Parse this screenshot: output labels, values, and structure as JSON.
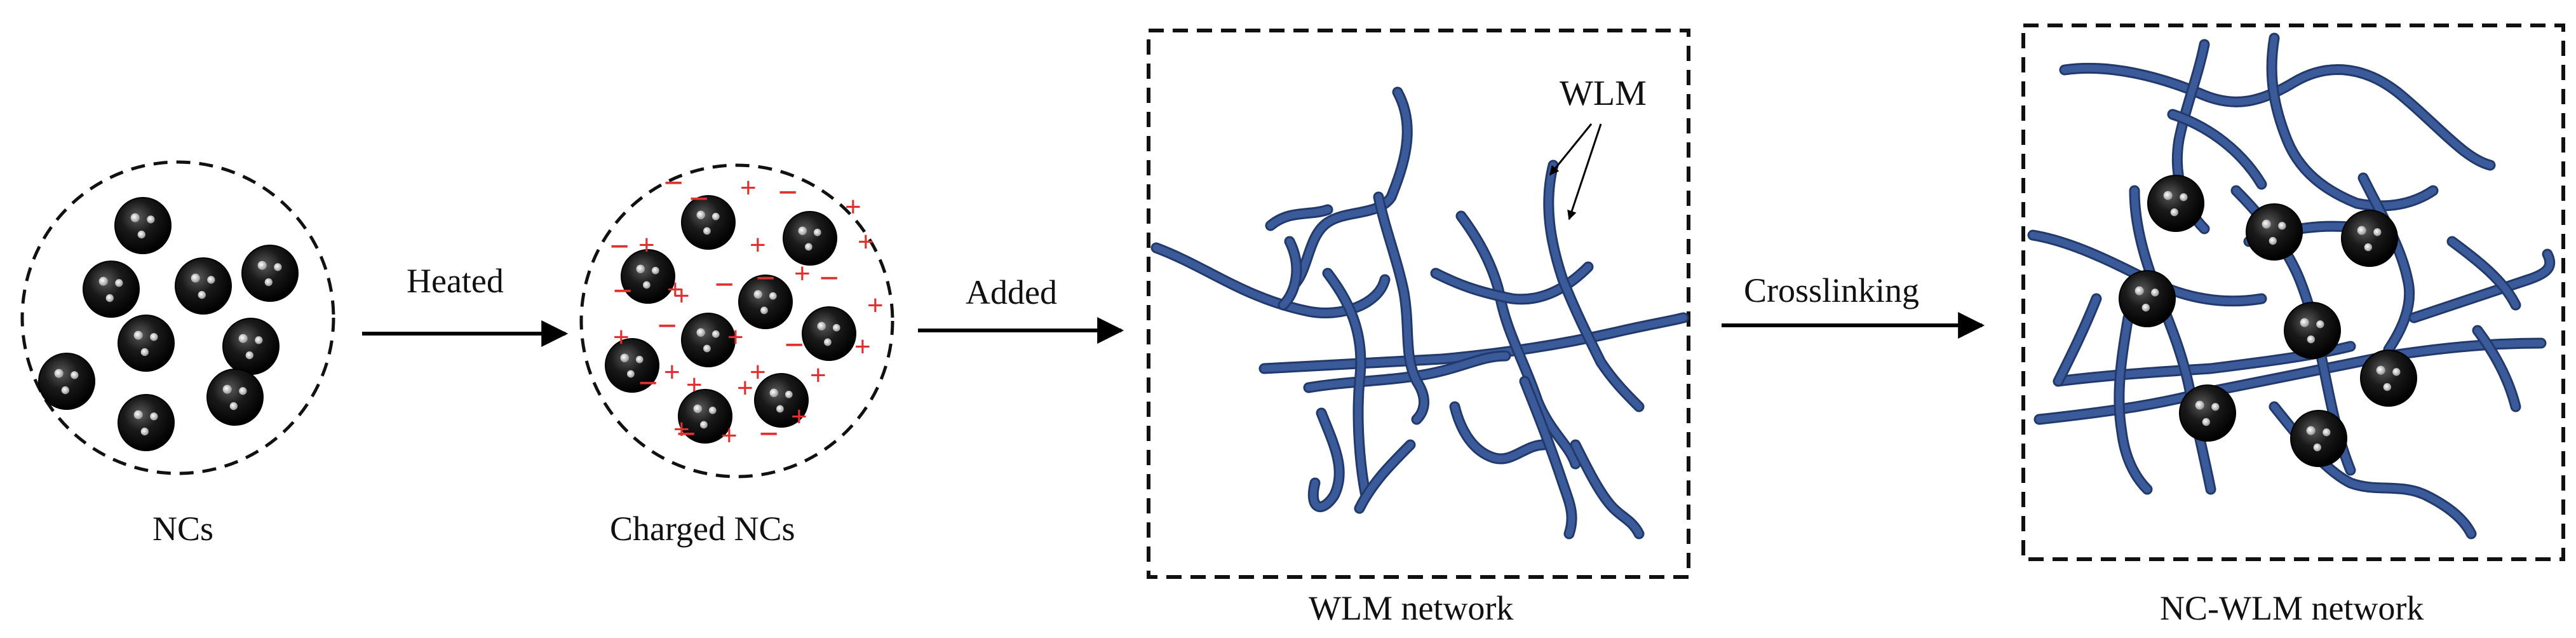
{
  "labels": {
    "ncs": "NCs",
    "charged_ncs": "Charged NCs",
    "wlm_network": "WLM network",
    "nc_wlm_network": "NC-WLM network",
    "wlm_pointer": "WLM"
  },
  "arrows": {
    "heated": "Heated",
    "added": "Added",
    "crosslinking": "Crosslinking"
  },
  "colors": {
    "wlm_strand": "#3a5a9a",
    "wlm_strand_dark": "#22396b",
    "nanocrystal": "#111111",
    "charge": "#e03030",
    "outline": "#111111"
  },
  "charge_symbols": {
    "plus": "+",
    "minus": "−"
  }
}
